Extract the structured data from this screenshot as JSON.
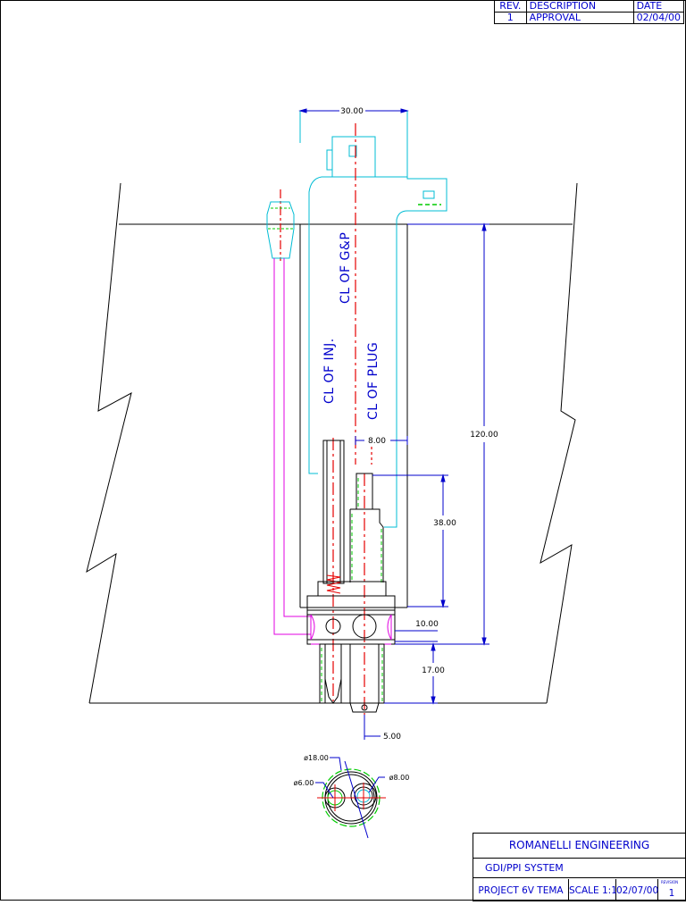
{
  "revision_table": {
    "headers": [
      "REV.",
      "DESCRIPTION",
      "DATE"
    ],
    "rows": [
      {
        "rev": "1",
        "description": "APPROVAL",
        "date": "02/04/00"
      }
    ]
  },
  "drawing": {
    "centerline_labels": {
      "injector": "CL OF INJ.",
      "gp": "CL OF G&P",
      "plug": "CL OF PLUG"
    },
    "dimensions": {
      "width_top": "30.00",
      "height_total": "120.00",
      "offset": "8.00",
      "plug_length": "38.00",
      "seat": "10.00",
      "tip": "17.00",
      "tip_offset": "5.00",
      "dia_outer": "ø18.00",
      "dia_inj": "ø6.00",
      "dia_plug": "ø8.00"
    },
    "colors": {
      "line": "#000000",
      "dim": "#0000cc",
      "cyan": "#00bcd4",
      "red": "#e60000",
      "magenta": "#e000e0",
      "green": "#00cc00"
    }
  },
  "title_block": {
    "company": "ROMANELLI ENGINEERING",
    "project_name": "GDI/PPI SYSTEM",
    "project": "PROJECT 6V TEMA",
    "scale": "SCALE 1:1",
    "date": "02/07/00",
    "revision_label": "REVISION",
    "revision": "1"
  }
}
